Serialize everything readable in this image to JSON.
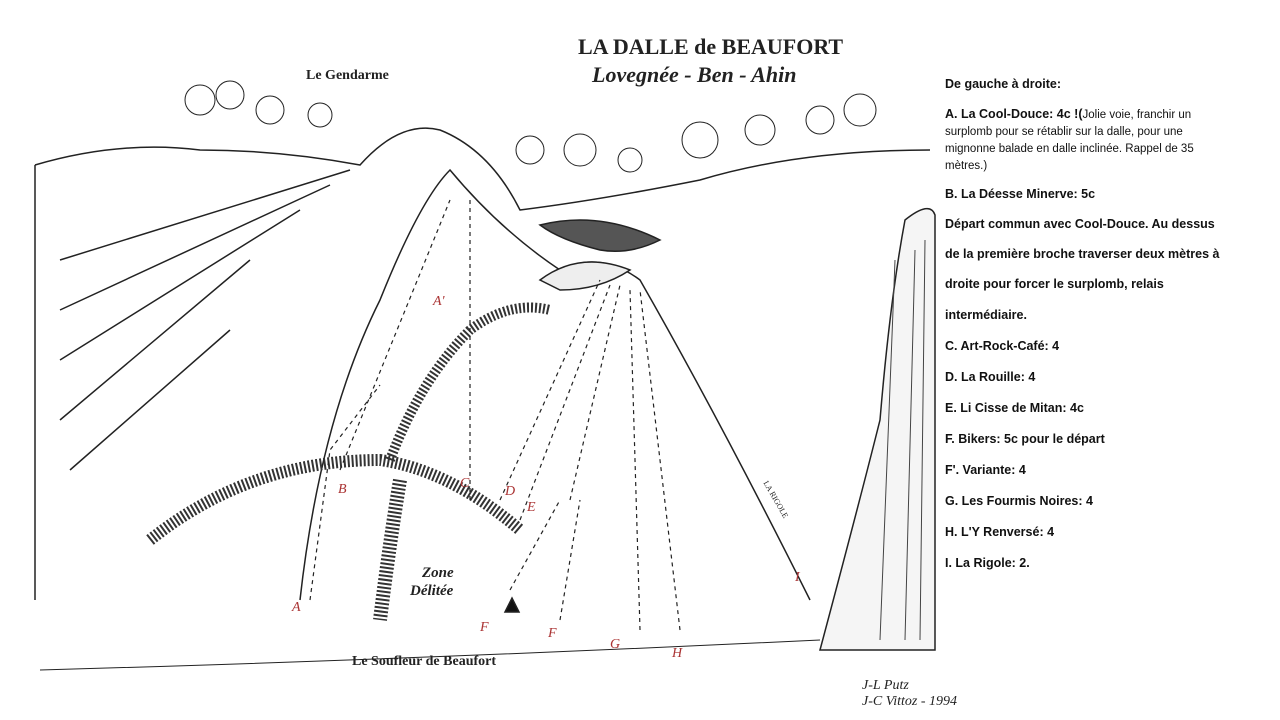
{
  "drawing": {
    "title": "LA DALLE de BEAUFORT",
    "subtitle": "Lovegnée - Ben - Ahin",
    "labels": {
      "gendarme": "Le Gendarme",
      "zone1": "Zone",
      "zone2": "Délitée",
      "soufleur": "Le Soufleur de Beaufort",
      "rigole": "LA RIGOLE",
      "author1": "J-L Putz",
      "author2": "J-C Vittoz - 1994"
    },
    "routes": [
      "A",
      "A'",
      "B",
      "C",
      "D",
      "E",
      "F",
      "F",
      "G",
      "H",
      "I"
    ]
  },
  "legend": {
    "heading": "De gauche à droite:",
    "a_title": "A. La Cool-Douce: 4c !(",
    "a_desc": "Jolie voie, franchir un surplomb pour se rétablir sur la dalle, pour une mignonne balade en dalle inclinée. Rappel de 35 mètres.)",
    "b_title": "B. La Déesse  Minerve: 5c",
    "b_lines": [
      "Départ commun avec Cool-Douce. Au dessus",
      "de la première broche traverser deux mètres à",
      "droite pour forcer le surplomb, relais",
      "intermédiaire."
    ],
    "items": [
      "C. Art-Rock-Café: 4",
      "D. La Rouille: 4",
      "E. Li Cisse de Mitan: 4c",
      "F. Bikers: 5c pour le départ",
      "F'. Variante: 4",
      "G. Les Fourmis Noires: 4",
      "H. L'Y Renversé: 4",
      "I. La Rigole: 2."
    ]
  }
}
